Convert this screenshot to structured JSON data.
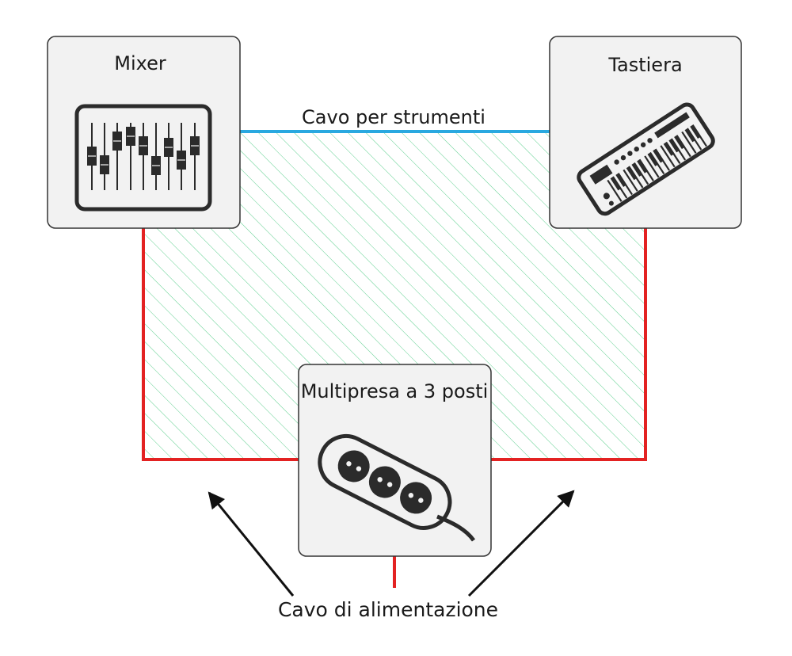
{
  "nodes": {
    "mixer": {
      "label": "Mixer",
      "icon": "mixer-faders-icon"
    },
    "keyboard": {
      "label": "Tastiera",
      "icon": "keyboard-synth-icon"
    },
    "power_strip": {
      "label": "Multipresa a 3 posti",
      "icon": "power-strip-icon"
    }
  },
  "connections": {
    "instrument_cable": {
      "label": "Cavo per strumenti",
      "color": "#29a8e0"
    },
    "power_cable": {
      "label": "Cavo di alimentazione",
      "color": "#e32222"
    }
  },
  "colors": {
    "hatch": "#5fcf8f",
    "box_fill": "#f2f2f2",
    "box_stroke": "#333333",
    "icon": "#2b2b2b"
  }
}
